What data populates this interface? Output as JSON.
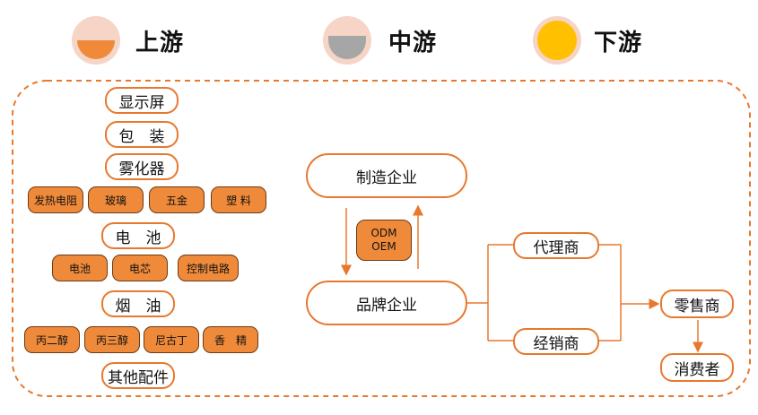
{
  "legend": {
    "upstream": {
      "label": "上游",
      "fill": "#ef8a3a"
    },
    "midstream": {
      "label": "中游",
      "fill": "#a6a6a6"
    },
    "downstream": {
      "label": "下游",
      "fill": "#ffc000"
    }
  },
  "colors": {
    "accent": "#e8782e",
    "chip": "#ef8a3a",
    "ring": "#f6d4c6"
  },
  "upstream": {
    "display": "显示屏",
    "packaging": "包　装",
    "atomizer": "雾化器",
    "atomizer_parts": [
      "发热电阻",
      "玻璃",
      "五金",
      "塑 料"
    ],
    "battery": "电　池",
    "battery_parts": [
      "电池",
      "电芯",
      "控制电路"
    ],
    "eliquid": "烟　油",
    "eliquid_parts": [
      "丙二醇",
      "丙三醇",
      "尼古丁",
      "香　精"
    ],
    "others": "其他配件"
  },
  "midstream": {
    "manufacturer": "制造企业",
    "odm_line1": "ODM",
    "odm_line2": "OEM",
    "brand": "品牌企业"
  },
  "downstream": {
    "agent": "代理商",
    "distributor": "经销商",
    "retailer": "零售商",
    "consumer": "消费者"
  }
}
